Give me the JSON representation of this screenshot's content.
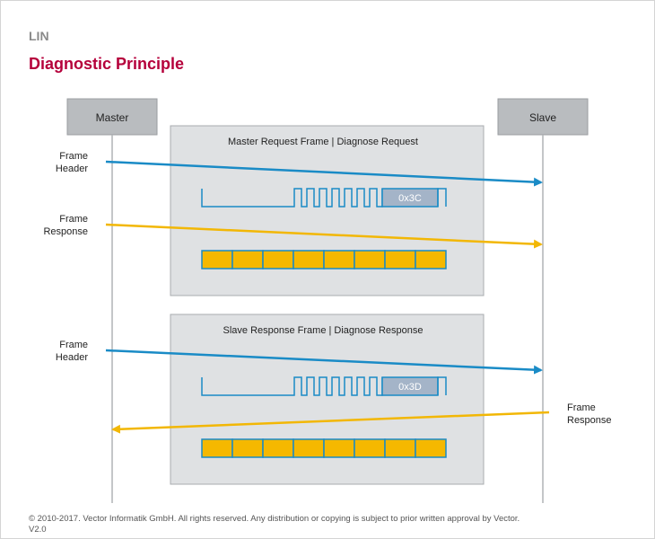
{
  "header": {
    "section": "LIN",
    "title": "Diagnostic Principle"
  },
  "nodes": {
    "master": "Master",
    "slave": "Slave"
  },
  "request_frame": {
    "title": "Master Request Frame | Diagnose Request",
    "id": "0x3C",
    "header_label_line1": "Frame",
    "header_label_line2": "Header",
    "response_label_line1": "Frame",
    "response_label_line2": "Response",
    "data_bytes": 8
  },
  "response_frame": {
    "title": "Slave Response Frame | Diagnose Response",
    "id": "0x3D",
    "header_label_line1": "Frame",
    "header_label_line2": "Header",
    "response_label_line1": "Frame",
    "response_label_line2": "Response",
    "data_bytes": 8
  },
  "colors": {
    "header_arrow": "#1a8bc6",
    "response_arrow": "#f2b705",
    "byte_fill": "#f5b800",
    "frame_panel": "#dfe1e3",
    "node_box": "#b9bcbf",
    "id_fill": "#a4b4c8",
    "signal": "#1a8bc6"
  },
  "footer": {
    "copyright": "© 2010-2017. Vector Informatik GmbH. All rights reserved. Any distribution or copying is subject to prior written approval by Vector.",
    "version": "V2.0"
  }
}
